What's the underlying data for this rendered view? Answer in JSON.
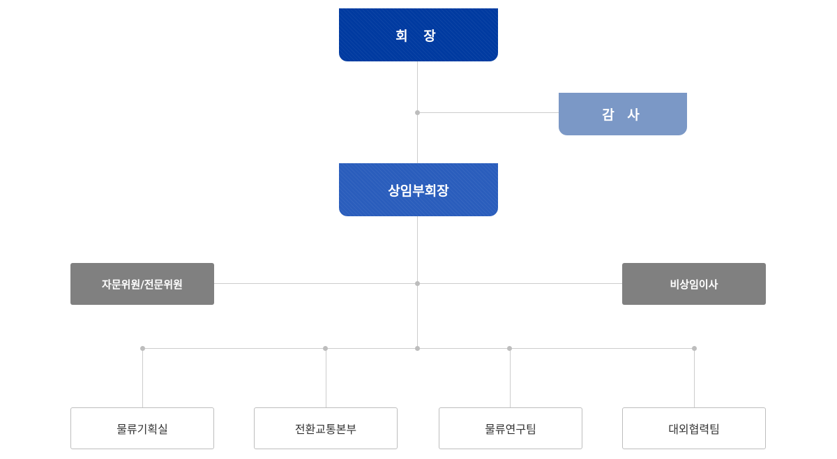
{
  "org": {
    "chairman": "회 장",
    "auditor": "감 사",
    "vice_chairman": "상임부회장",
    "advisory": "자문위원/전문위원",
    "non_standing": "비상임이사",
    "units": [
      "물류기획실",
      "전환교통본부",
      "물류연구팀",
      "대외협력팀"
    ]
  },
  "colors": {
    "chairman": "#003aa0",
    "auditor": "#7b98c6",
    "vice_chairman": "#2a5dbc",
    "gray_box": "#808080",
    "connector": "#cccccc"
  }
}
